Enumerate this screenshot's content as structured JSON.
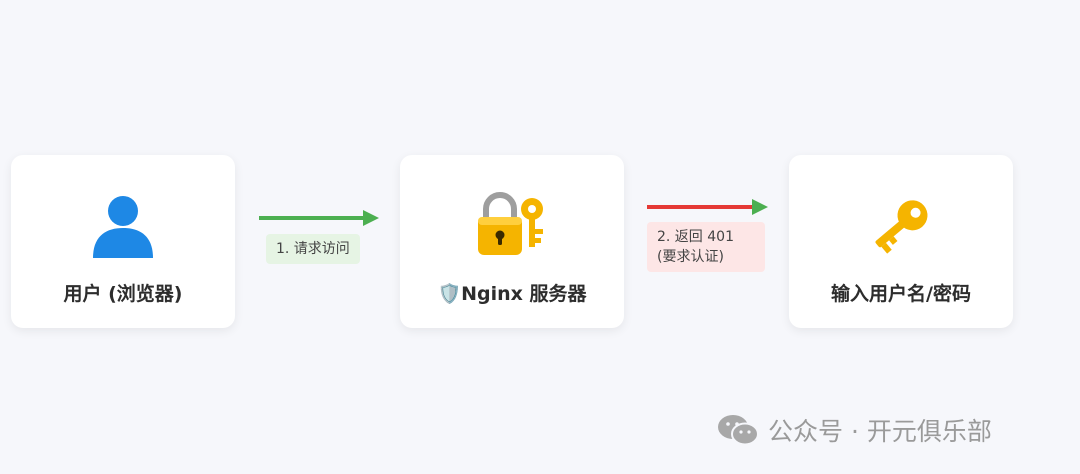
{
  "nodes": [
    {
      "id": "user",
      "label": "用户 (浏览器)",
      "icon": "user-silhouette-icon"
    },
    {
      "id": "nginx",
      "label": "🛡️Nginx 服务器",
      "icon": "padlock-with-key-icon"
    },
    {
      "id": "auth",
      "label": "输入用户名/密码",
      "icon": "key-icon"
    }
  ],
  "edges": [
    {
      "from": "user",
      "to": "nginx",
      "label": "1. 请求访问",
      "color": "#4caf50"
    },
    {
      "from": "nginx",
      "to": "auth",
      "label_line1": "2. 返回 401",
      "label_line2": "(要求认证)",
      "color": "#e53935"
    }
  ],
  "watermark": {
    "text": "公众号 · 开元俱乐部",
    "icon": "wechat-icon"
  },
  "colors": {
    "background": "#f6f7fb",
    "success_green": "#4caf50",
    "error_red": "#e53935"
  }
}
